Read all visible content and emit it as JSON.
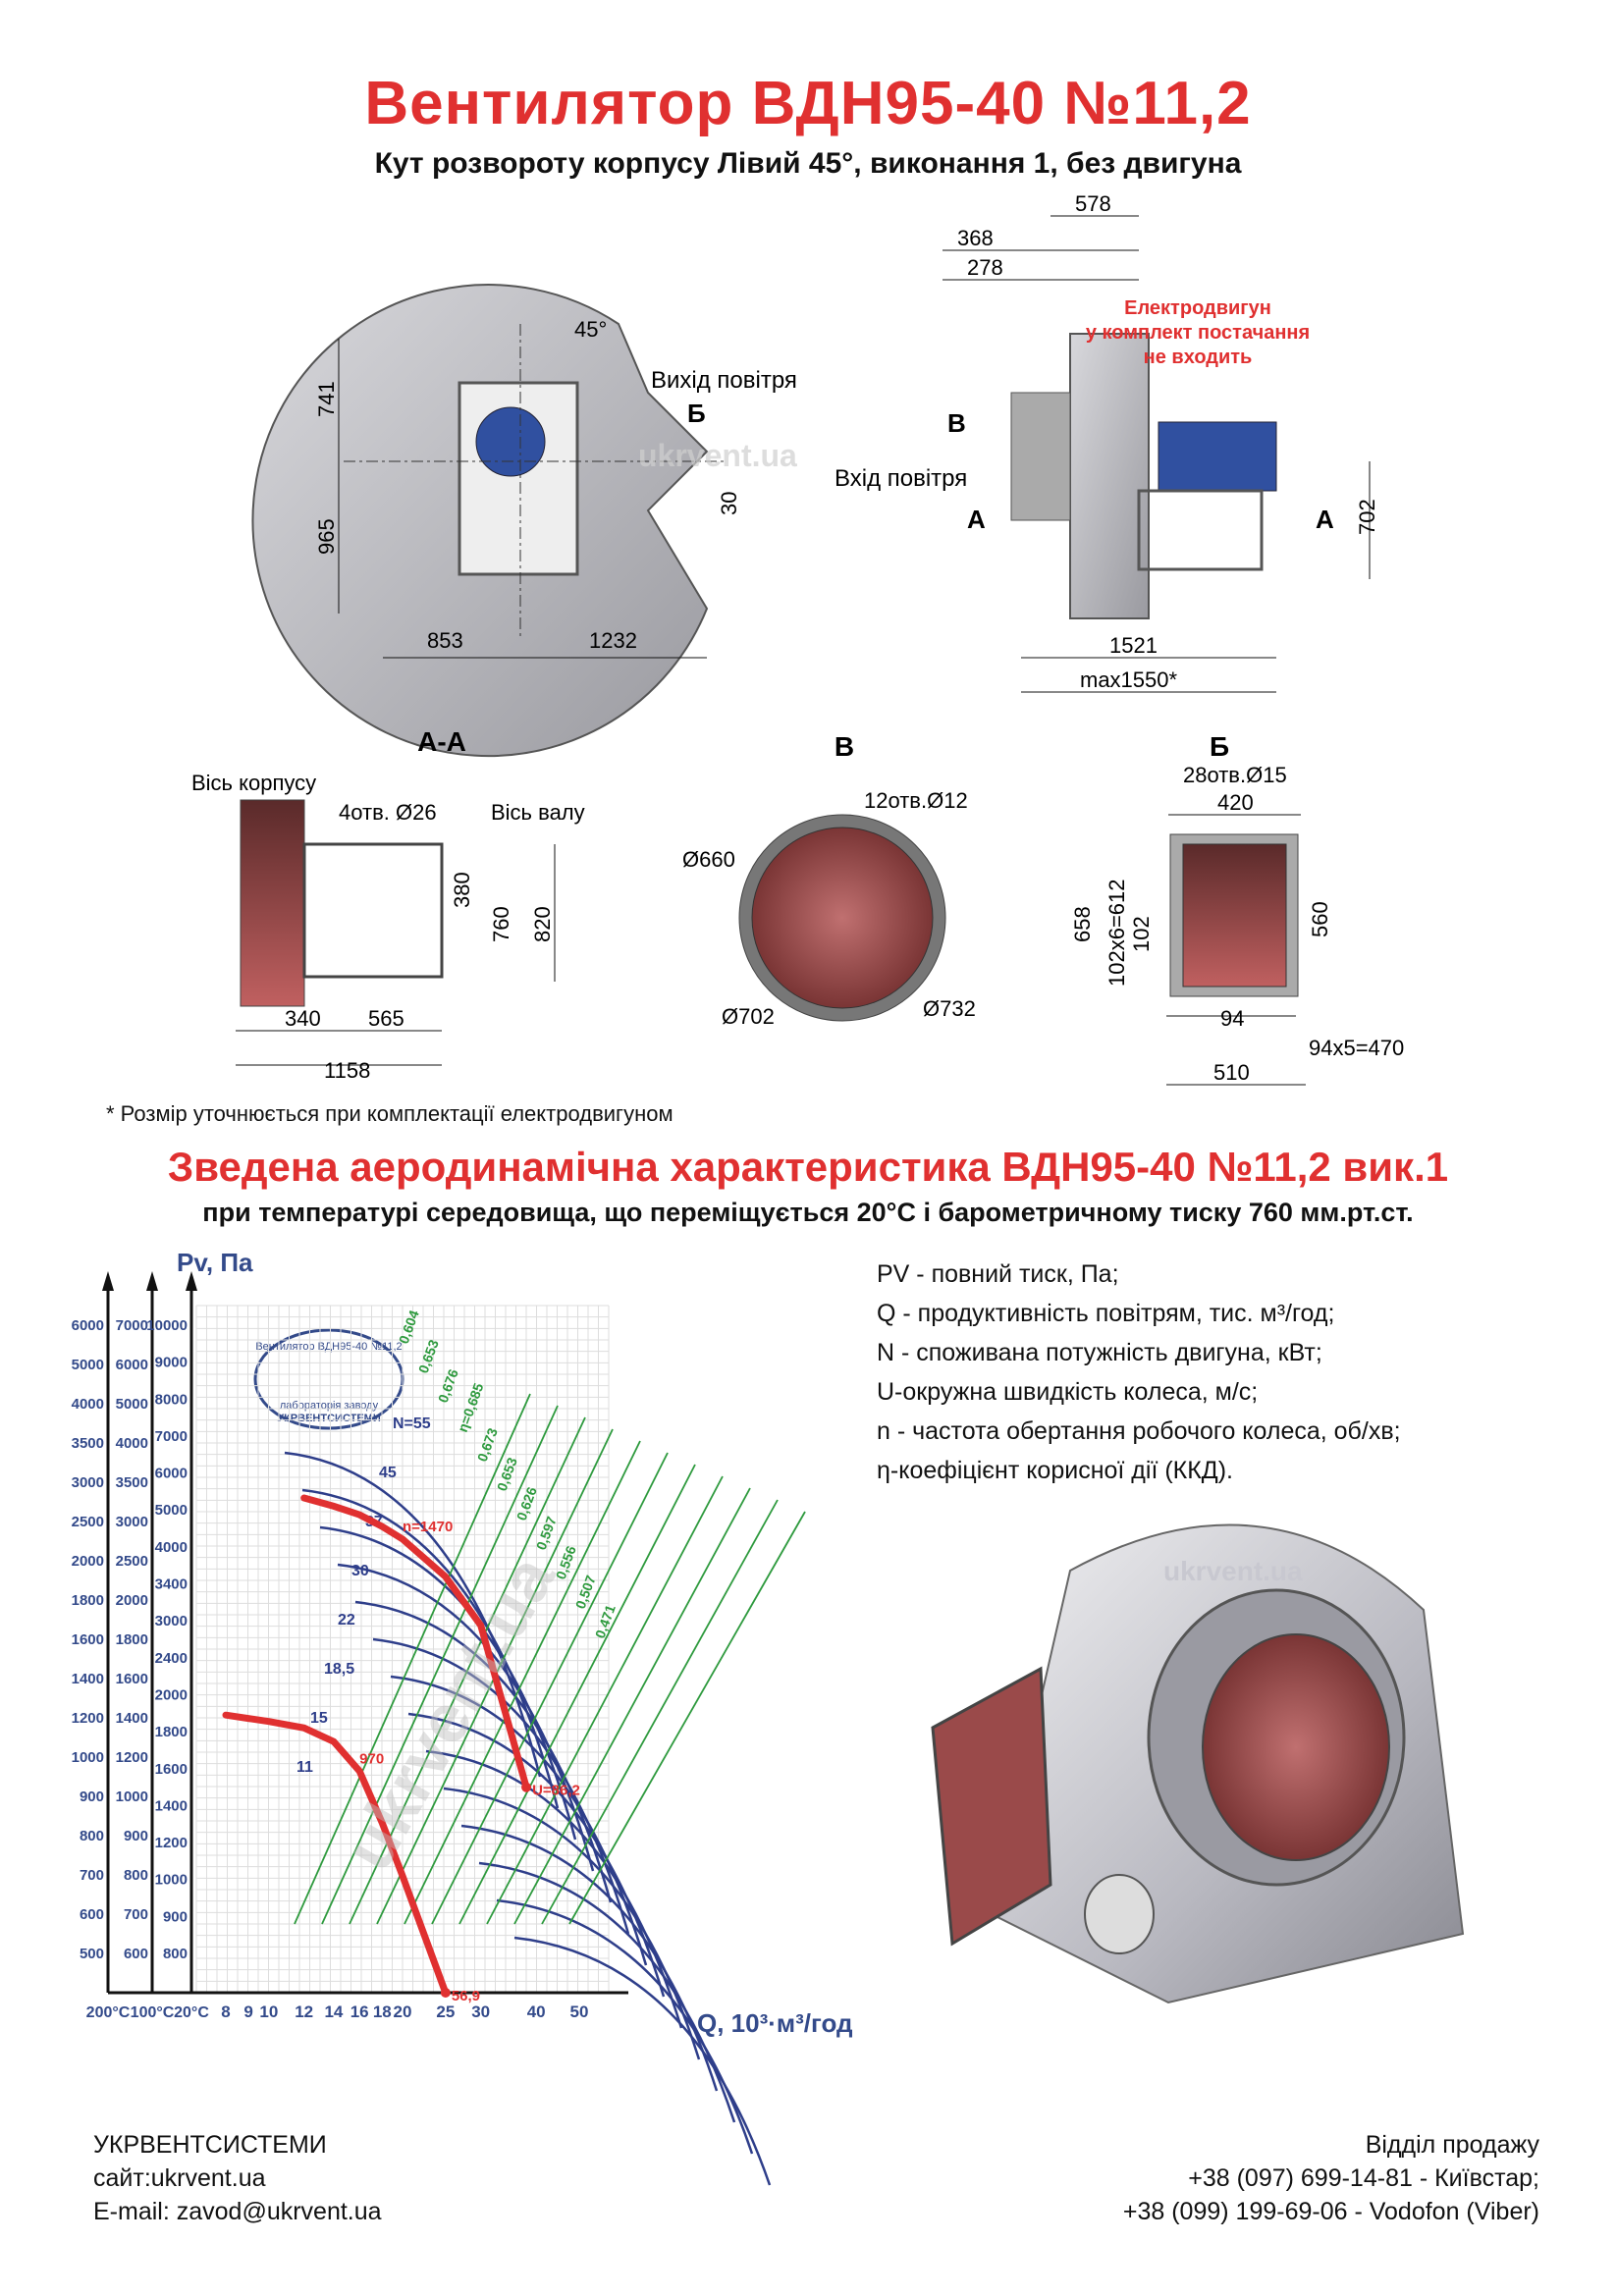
{
  "header": {
    "title": "Вентилятор  ВДН95-40 №11,2",
    "subtitle": "Кут розвороту корпусу Лівий 45°, виконання 1, без двигуна"
  },
  "front_view": {
    "angle_label": "45°",
    "outlet_label": "Вихід повітря",
    "section_b_label": "Б",
    "dims": {
      "h_top": "741",
      "h_bottom": "965",
      "w_left": "853",
      "w_right": "1232",
      "offset": "30"
    }
  },
  "side_view": {
    "motor_note_1": "Електродвигун",
    "motor_note_2": "у комплект постачання",
    "motor_note_3": "не входить",
    "inlet_label": "Вхід повітря",
    "view_b_label": "В",
    "section_a_left": "А",
    "section_a_right": "А",
    "dims": {
      "d578": "578",
      "d368": "368",
      "d278": "278",
      "d702": "702",
      "d1521": "1521",
      "dmax": "max1550*"
    }
  },
  "section_aa": {
    "title": "А-А",
    "axis_body": "Вісь корпусу",
    "axis_shaft": "Вісь валу",
    "holes": "4отв. Ø26",
    "dims": {
      "d380": "380",
      "d760": "760",
      "d820": "820",
      "d340": "340",
      "d565": "565",
      "d1158": "1158"
    }
  },
  "view_b": {
    "title": "В",
    "holes": "12отв.Ø12",
    "d660": "Ø660",
    "d702": "Ø702",
    "d732": "Ø732"
  },
  "section_b": {
    "title": "Б",
    "holes": "28отв.Ø15",
    "dims": {
      "d420": "420",
      "d658": "658",
      "d612": "102х6=612",
      "d102": "102",
      "d560": "560",
      "d94": "94",
      "d470": "94х5=470",
      "d510": "510"
    }
  },
  "footnote": "* Розмір уточнюється при комплектації електродвигуном",
  "chart_section": {
    "title": "Зведена аеродинамічна характеристика ВДН95-40 №11,2 вик.1",
    "subtitle": "при температурі середовища, що переміщується 20°С і барометричному тиску 760 мм.рт.ст."
  },
  "legend": [
    "PV - повний тиск, Па;",
    "Q - продуктивність повітрям, тис. м³/год;",
    "N - споживана потужність двигуна, кВт;",
    "U-окружна швидкість колеса, м/с;",
    "n - частота обертання робочого колеса, об/хв;",
    "η-коефіцієнт корисної дії (ККД)."
  ],
  "stamp": {
    "line1": "Вентилятор ВДН95-40 №11,2",
    "line2": "лабораторія заводу",
    "line3": "УКРВЕНТСИСТЕМИ"
  },
  "watermark": "ukrvent.ua",
  "chart_data": {
    "type": "line",
    "xscale": "log",
    "yscale": "log",
    "ylabel": "Pv, Па",
    "xlabel": "Q, 10³·м³/год",
    "x_ticks": [
      "8",
      "9",
      "10",
      "12",
      "14",
      "16",
      "18",
      "20",
      "25",
      "30",
      "40",
      "50"
    ],
    "temp_axes": [
      "200°С",
      "100°С",
      "20°С"
    ],
    "y_axis_200": [
      "6000",
      "5000",
      "4000",
      "3500",
      "3000",
      "2500",
      "2000",
      "1800",
      "1600",
      "1400",
      "1200",
      "1000",
      "900",
      "800",
      "700",
      "600",
      "500"
    ],
    "y_axis_100": [
      "7000",
      "6000",
      "5000",
      "4000",
      "3500",
      "3000",
      "2500",
      "2000",
      "1800",
      "1600",
      "1400",
      "1200",
      "1000",
      "900",
      "800",
      "700",
      "600"
    ],
    "y_axis_20": [
      "10000",
      "9000",
      "8000",
      "7000",
      "6000",
      "5000",
      "4000",
      "3400",
      "3000",
      "2400",
      "2000",
      "1800",
      "1600",
      "1400",
      "1200",
      "1000",
      "900",
      "800"
    ],
    "power_labels": [
      "N=55",
      "45",
      "37",
      "30",
      "22",
      "18,5",
      "15",
      "11"
    ],
    "efficiency_labels": [
      "0,604",
      "0,653",
      "0,676",
      "η=0,685",
      "0,673",
      "0,653",
      "0,626",
      "0,597",
      "0,556",
      "0,507",
      "0,471"
    ],
    "series": [
      {
        "name": "n=1470",
        "color": "#e03030",
        "x": [
          12,
          14,
          16,
          18,
          20,
          25,
          30,
          38
        ],
        "y": [
          4750,
          4600,
          4450,
          4250,
          4050,
          3500,
          2900,
          1550
        ]
      },
      {
        "name": "970",
        "color": "#e03030",
        "x": [
          8,
          10,
          12,
          14,
          16,
          18,
          20,
          25
        ],
        "y": [
          2050,
          2000,
          1950,
          1850,
          1650,
          1350,
          1100,
          700
        ]
      }
    ],
    "annotations": [
      "U=86,2",
      "56,9"
    ]
  }
}
